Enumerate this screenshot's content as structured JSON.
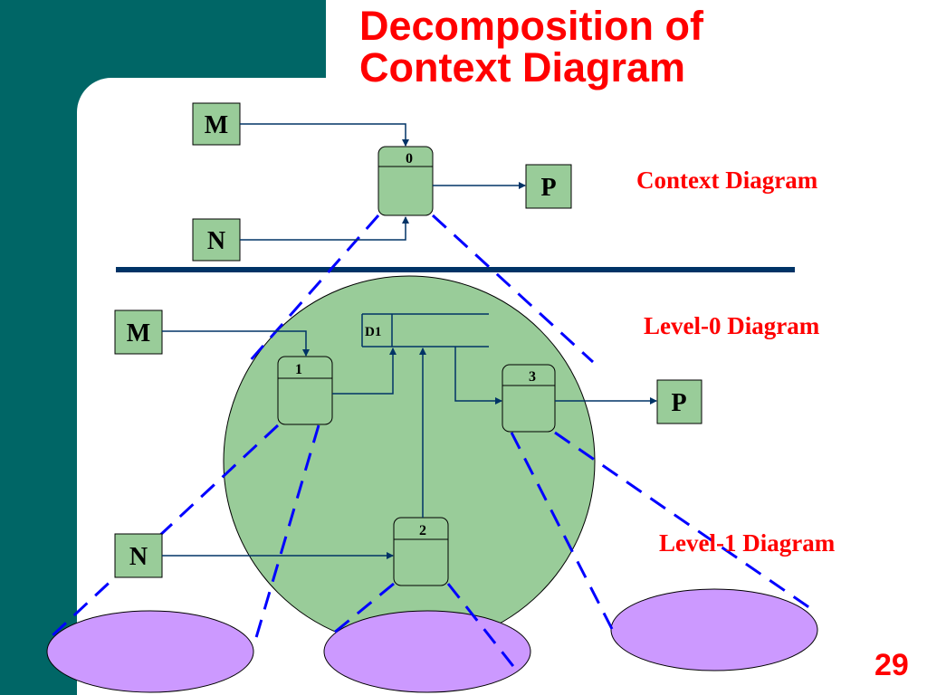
{
  "slide": {
    "title_line1": "Decomposition of",
    "title_line2": "Context Diagram",
    "page_number": "29"
  },
  "labels": {
    "context": "Context Diagram",
    "level0": "Level-0 Diagram",
    "level1": "Level-1 Diagram"
  },
  "context_diagram": {
    "entity_m": "M",
    "entity_n": "N",
    "entity_p": "P",
    "process_0": "0"
  },
  "level0_diagram": {
    "entity_m": "M",
    "entity_n": "N",
    "entity_p": "P",
    "process_1": "1",
    "process_2": "2",
    "process_3": "3",
    "datastore": "D1"
  },
  "colors": {
    "background_accent": "#006666",
    "title": "#ff0000",
    "entity_fill": "#99cc99",
    "circle_fill": "#99cc99",
    "ellipse_fill": "#cc99ff",
    "dash": "#0000ff",
    "divider": "#003366"
  }
}
